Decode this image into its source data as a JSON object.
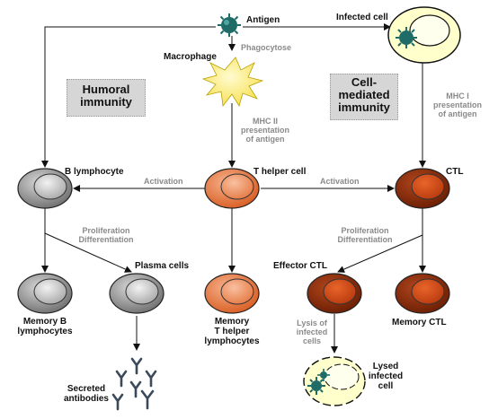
{
  "labels": {
    "antigen": "Antigen",
    "infected_cell": "Infected cell",
    "phagocytose": "Phagocytose",
    "macrophage": "Macrophage",
    "humoral_immunity": "Humoral\nimmunity",
    "cell_mediated_immunity": "Cell-\nmediated\nimmunity",
    "mhc_ii": "MHC II\npresentation\nof antigen",
    "mhc_i": "MHC I\npresentation\nof antigen",
    "b_lymphocyte": "B lymphocyte",
    "t_helper_cell": "T helper cell",
    "ctl": "CTL",
    "activation_left": "Activation",
    "activation_right": "Activation",
    "prolif_left": "Proliferation\nDifferentiation",
    "prolif_right": "Proliferation\nDifferentiation",
    "plasma_cells": "Plasma cells",
    "effector_ctl": "Effector CTL",
    "memory_b": "Memory B\nlymphocytes",
    "memory_t": "Memory\nT helper\nlymphocytes",
    "memory_ctl": "Memory CTL",
    "lysis": "Lysis of\ninfected\ncells",
    "secreted_antibodies": "Secreted\nantibodies",
    "lysed_infected_cell": "Lysed\ninfected\ncell"
  },
  "colors": {
    "b_cell": "#8c8c8c",
    "t_cell": "#e0743a",
    "ctl": "#8a2a08",
    "antibody": "#3b4a5a",
    "antigen": "#1e6b67",
    "macrophage": "#fff07a",
    "infected_cell": "#ffffcc"
  }
}
